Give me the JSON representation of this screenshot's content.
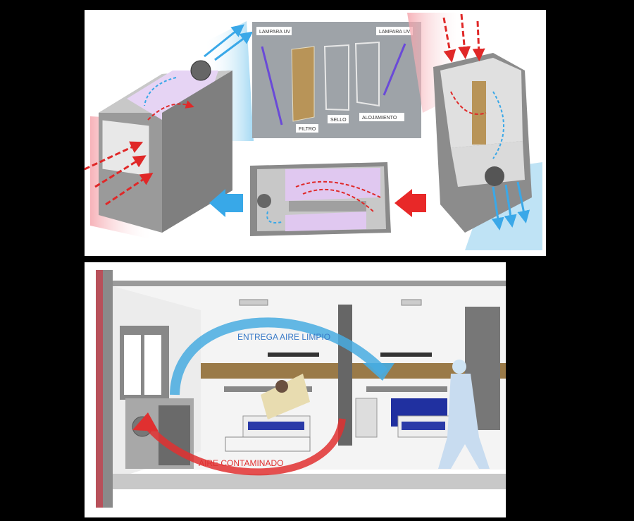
{
  "top_panel": {
    "labels": {
      "uv_lamp_left": "LAMPARA UV",
      "uv_lamp_right": "LAMPARA UV",
      "filter": "FILTRO",
      "seal": "SELLO",
      "housing": "ALOJAMIENTO"
    }
  },
  "bottom_panel": {
    "clean_air_label": "ENTREGA AIRE LIMPIO",
    "contaminated_air_label": "AIRE CONTAMINADO"
  },
  "colors": {
    "clean_air": "#4aaee0",
    "contaminated_air": "#e03030",
    "uv_light": "#b89ce8",
    "housing_gray": "#8c8c8c",
    "wall_stripe": "#8b6b3a"
  }
}
